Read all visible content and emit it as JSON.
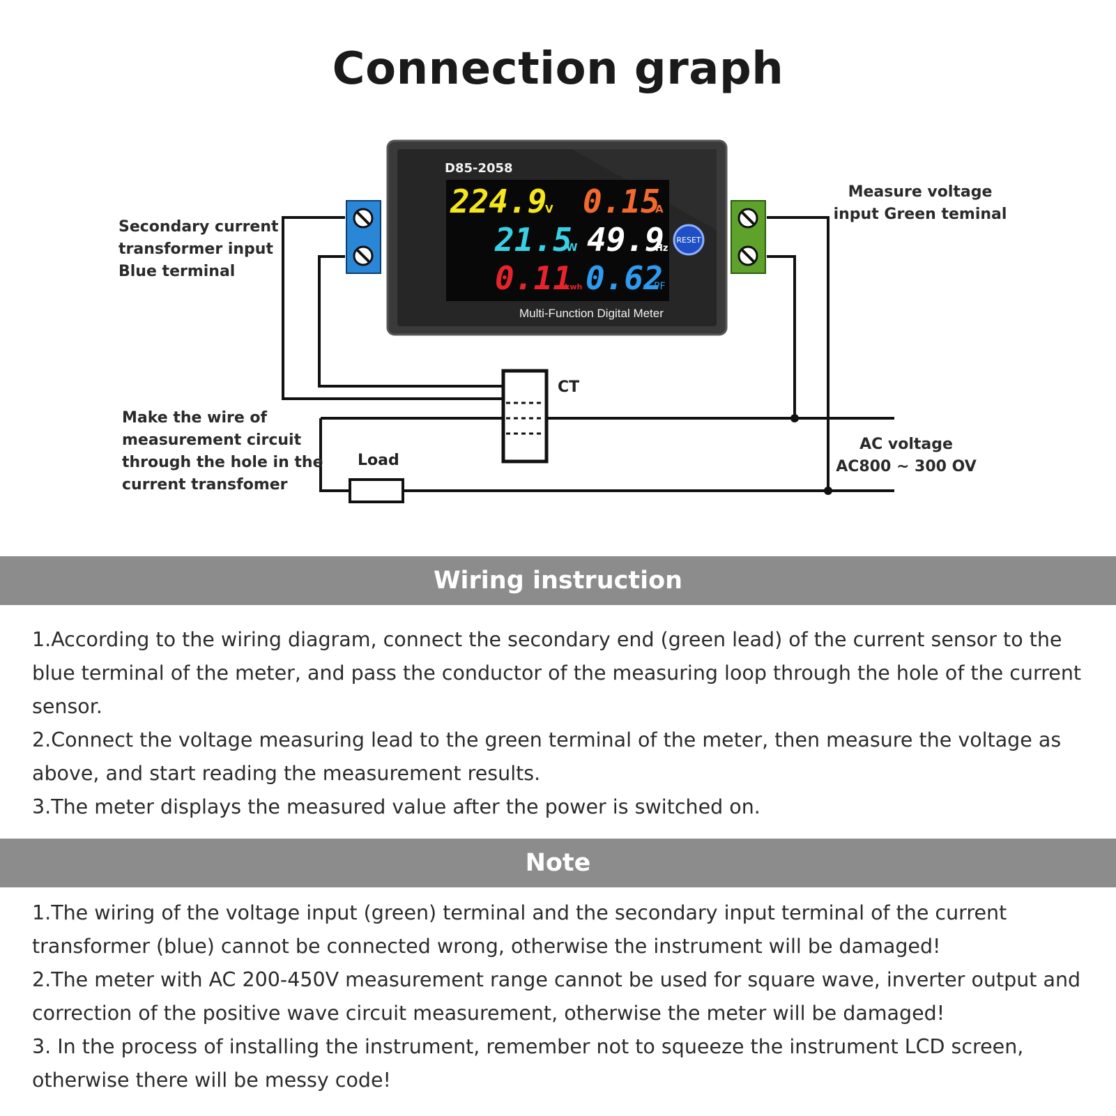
{
  "title": "Connection graph",
  "meter": {
    "model": "D85-2058",
    "caption": "Multi-Function Digital Meter",
    "reset_label": "RESET",
    "readings": [
      {
        "value": "224.9",
        "unit": "V",
        "color": "#f5e61e"
      },
      {
        "value": "0.15",
        "unit": "A",
        "color": "#f26a2e"
      },
      {
        "value": "21.5",
        "unit": "W",
        "color": "#39d0e6"
      },
      {
        "value": "49.9",
        "unit": "Hz",
        "color": "#ffffff"
      },
      {
        "value": "0.11",
        "unit": "kwh",
        "color": "#e8242b"
      },
      {
        "value": "0.62",
        "unit": "PF",
        "color": "#2e9bf0"
      }
    ]
  },
  "labels": {
    "secondary": [
      "Secondary current",
      "transformer input",
      "Blue terminal"
    ],
    "measure": [
      "Measure voltage",
      "input Green teminal"
    ],
    "wire": [
      "Make the wire of",
      "measurement circuit",
      "through the hole in the",
      "current transfomer"
    ],
    "ct": "CT",
    "load": "Load",
    "ac": [
      "AC voltage",
      "AC800 ~ 300 OV"
    ]
  },
  "colors": {
    "blue_terminal": "#2a86d6",
    "green_terminal": "#5ea22c",
    "band": "#8c8c8c"
  },
  "wiring": {
    "heading": "Wiring instruction",
    "items": [
      "1.According to the wiring diagram, connect the secondary end (green lead) of the current sensor to the blue terminal of the meter, and pass the conductor of the measuring loop through the hole of the current sensor.",
      "2.Connect the voltage measuring lead to the green terminal of the meter, then measure the voltage as above, and start reading the measurement results.",
      "3.The meter displays the measured value after the power is switched on."
    ]
  },
  "note": {
    "heading": "Note",
    "items": [
      "1.The wiring of the voltage input (green) terminal and the secondary input terminal of the current transformer (blue) cannot be connected wrong, otherwise the instrument will be damaged!",
      "2.The meter with AC 200-450V measurement range cannot be used for square wave, inverter output and correction of the positive wave circuit measurement, otherwise the meter will be damaged!",
      "3. In the process of installing the instrument, remember not to squeeze the instrument LCD screen, otherwise there will be messy code!"
    ]
  }
}
